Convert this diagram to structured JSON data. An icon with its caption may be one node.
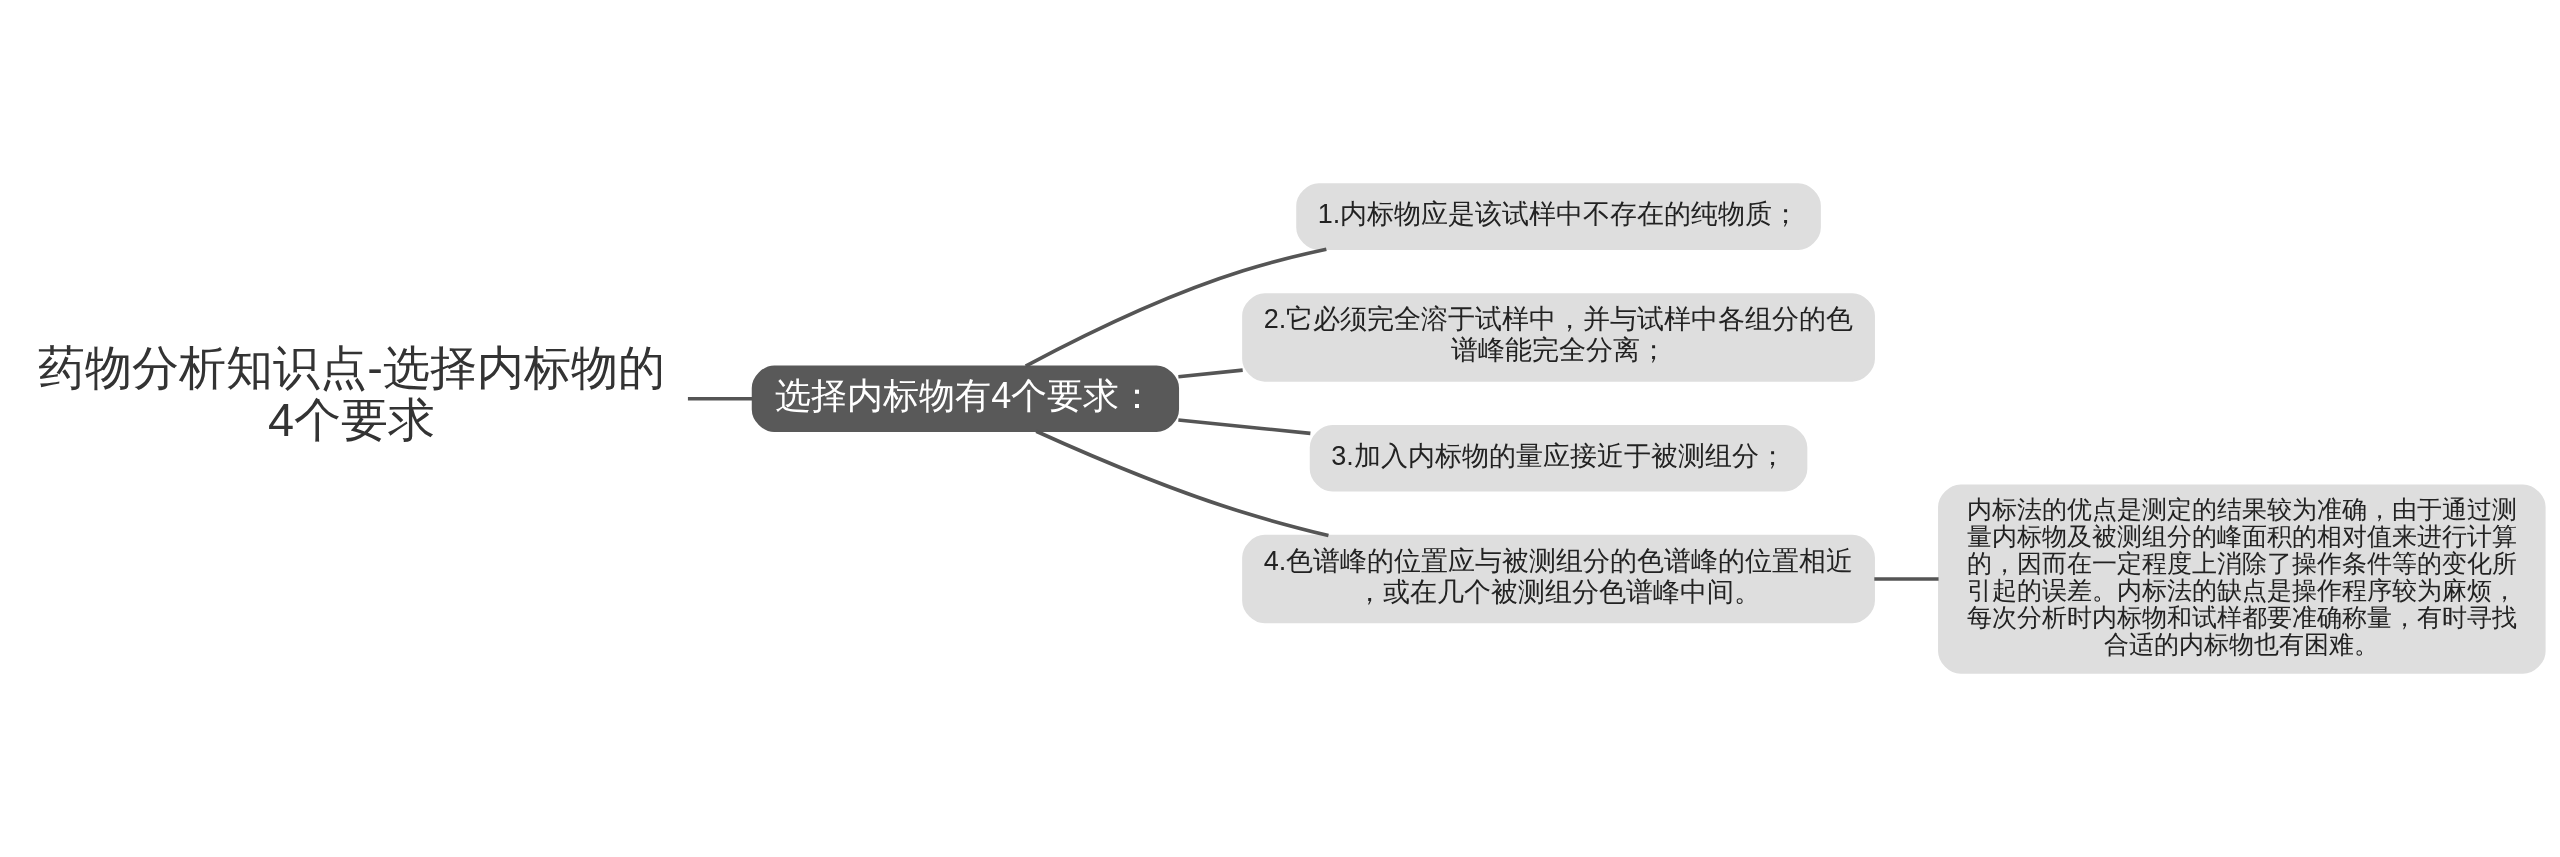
{
  "diagram": {
    "nodes": [
      {
        "text": [
          "药物分析知识点-选择内标物的4个要求"
        ]
      },
      {
        "text": [
          "选择内标物有4个要求："
        ]
      },
      {
        "text": [
          "1.内标物应是该试样中不存在的纯物质；"
        ]
      },
      {
        "text": [
          "2.它必须完全溶于试样中，并与试样中各组分的色谱峰能完全分离；"
        ]
      },
      {
        "text": [
          "3.加入内标物的量应接近于被测组分；"
        ]
      },
      {
        "text": [
          "4.色谱峰的位置应与被测组分的色谱峰的位置相近，或在几个被测组分色谱峰中间。"
        ]
      },
      {
        "text": [
          "内标法的优点是测定的结果较为准确，由于通过测量内标物及被测组分的峰面积的相对值来进行计算的，因而在一定程度上消除了操作条件等的变化所引起的误差。内标法的缺点是操作程序较为麻烦，每次分析时内标物和试样都要准确称量，有时寻找合适的内标物也有困难。"
        ]
      }
    ],
    "edges": [
      {
        "from": 0,
        "to": 1,
        "arrow": "none"
      },
      {
        "from": 1,
        "to": 2,
        "arrow": "none"
      },
      {
        "from": 1,
        "to": 3,
        "arrow": "none"
      },
      {
        "from": 1,
        "to": 4,
        "arrow": "none"
      },
      {
        "from": 1,
        "to": 5,
        "arrow": "none"
      },
      {
        "from": 5,
        "to": 6,
        "arrow": "none"
      }
    ]
  }
}
